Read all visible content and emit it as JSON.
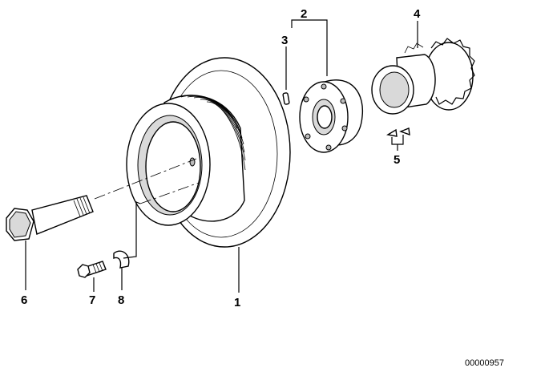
{
  "diagram": {
    "callouts": [
      {
        "id": "1",
        "label": "1"
      },
      {
        "id": "2",
        "label": "2"
      },
      {
        "id": "3",
        "label": "3"
      },
      {
        "id": "4",
        "label": "4"
      },
      {
        "id": "5",
        "label": "5"
      },
      {
        "id": "6",
        "label": "6"
      },
      {
        "id": "7",
        "label": "7"
      },
      {
        "id": "8",
        "label": "8"
      }
    ],
    "document_number": "00000957"
  }
}
